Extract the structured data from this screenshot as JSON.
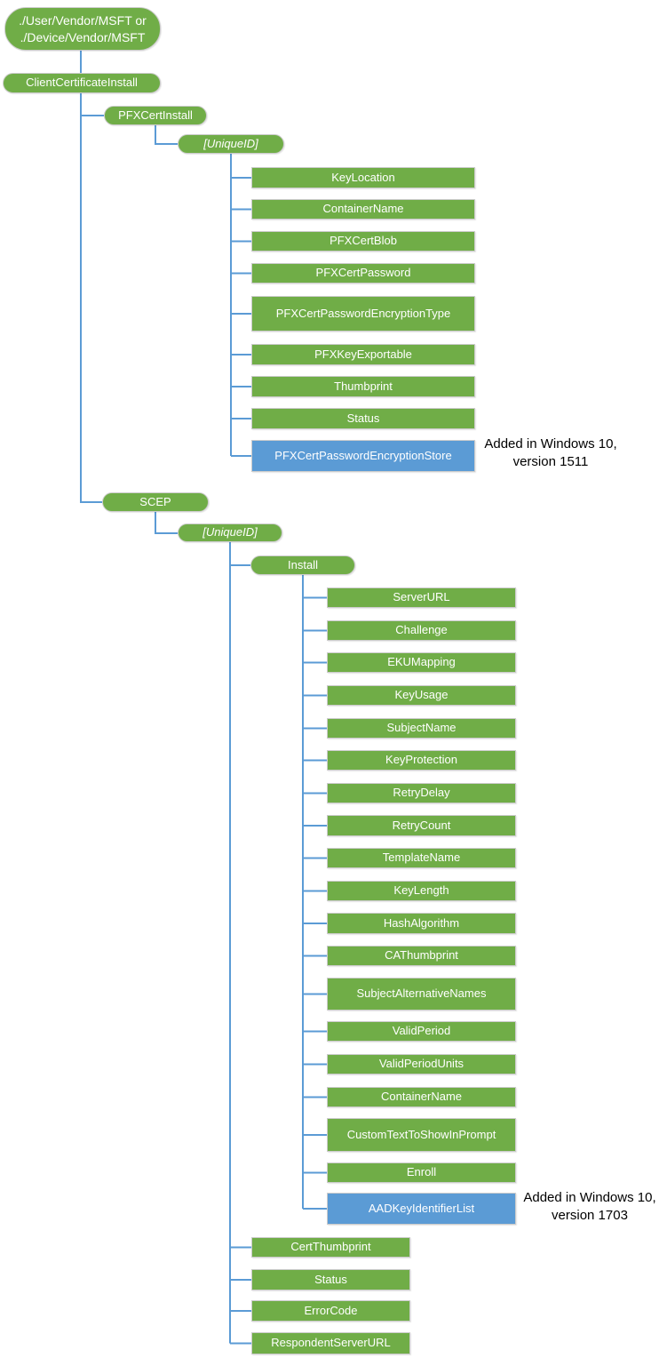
{
  "colors": {
    "node_green": "#70AD47",
    "node_blue": "#5B9BD5",
    "connector_blue": "#5B9BD5",
    "node_text": "#FFFFFF",
    "annotation_text": "#000000"
  },
  "tree": {
    "root_label": "./User/Vendor/MSFT or\n./Device/Vendor/MSFT",
    "level1_label": "ClientCertificateInstall",
    "pfx": {
      "branch_label": "PFXCertInstall",
      "unique_id_label": "[UniqueID]",
      "children": [
        "KeyLocation",
        "ContainerName",
        "PFXCertBlob",
        "PFXCertPassword",
        "PFXCertPasswordEncryptionType",
        "PFXKeyExportable",
        "Thumbprint",
        "Status",
        "PFXCertPasswordEncryptionStore"
      ],
      "annotation": "Added in Windows 10,\nversion 1511"
    },
    "scep": {
      "branch_label": "SCEP",
      "unique_id_label": "[UniqueID]",
      "install": {
        "label": "Install",
        "children": [
          "ServerURL",
          "Challenge",
          "EKUMapping",
          "KeyUsage",
          "SubjectName",
          "KeyProtection",
          "RetryDelay",
          "RetryCount",
          "TemplateName",
          "KeyLength",
          "HashAlgorithm",
          "CAThumbprint",
          "SubjectAlternativeNames",
          "ValidPeriod",
          "ValidPeriodUnits",
          "ContainerName",
          "CustomTextToShowInPrompt",
          "Enroll",
          "AADKeyIdentifierList"
        ],
        "annotation": "Added in Windows 10,\nversion 1703"
      },
      "children": [
        "CertThumbprint",
        "Status",
        "ErrorCode",
        "RespondentServerURL"
      ]
    }
  }
}
